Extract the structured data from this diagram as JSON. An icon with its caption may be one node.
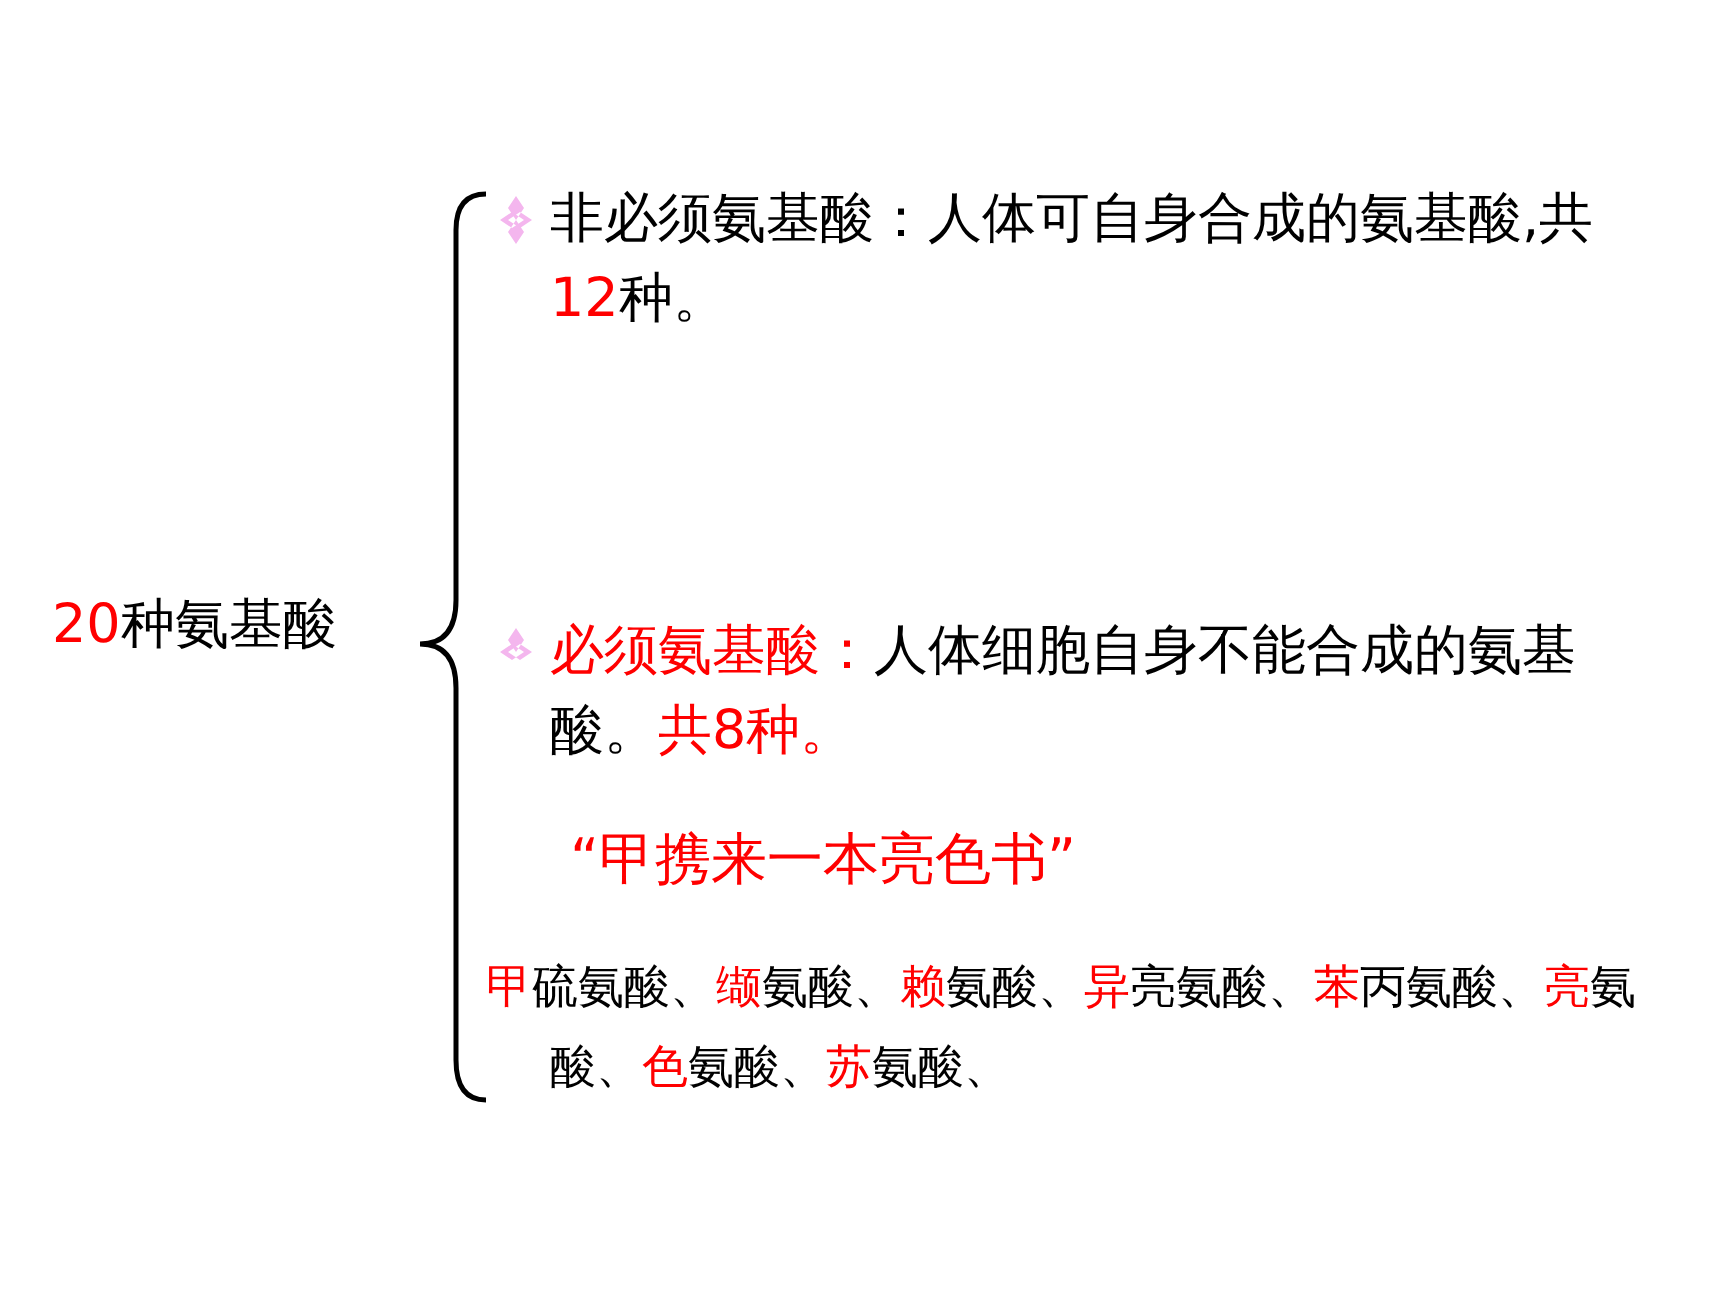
{
  "diagram": {
    "labels": [
      "**20**种氨基酸",
      "非必须氨基酸：人体可自身合成的氨基酸,共**12**种。",
      "**必须氨基酸：**人体细胞自身不能合成的氨基酸。**共8种。**",
      "“甲携来一本亮色书”",
      "**甲**硫氨酸、**缬**氨酸、**赖**氨酸、**异**亮氨酸、**苯**丙氨酸、**亮**氨酸、**色**氨酸、**苏**氨酸、"
    ]
  }
}
